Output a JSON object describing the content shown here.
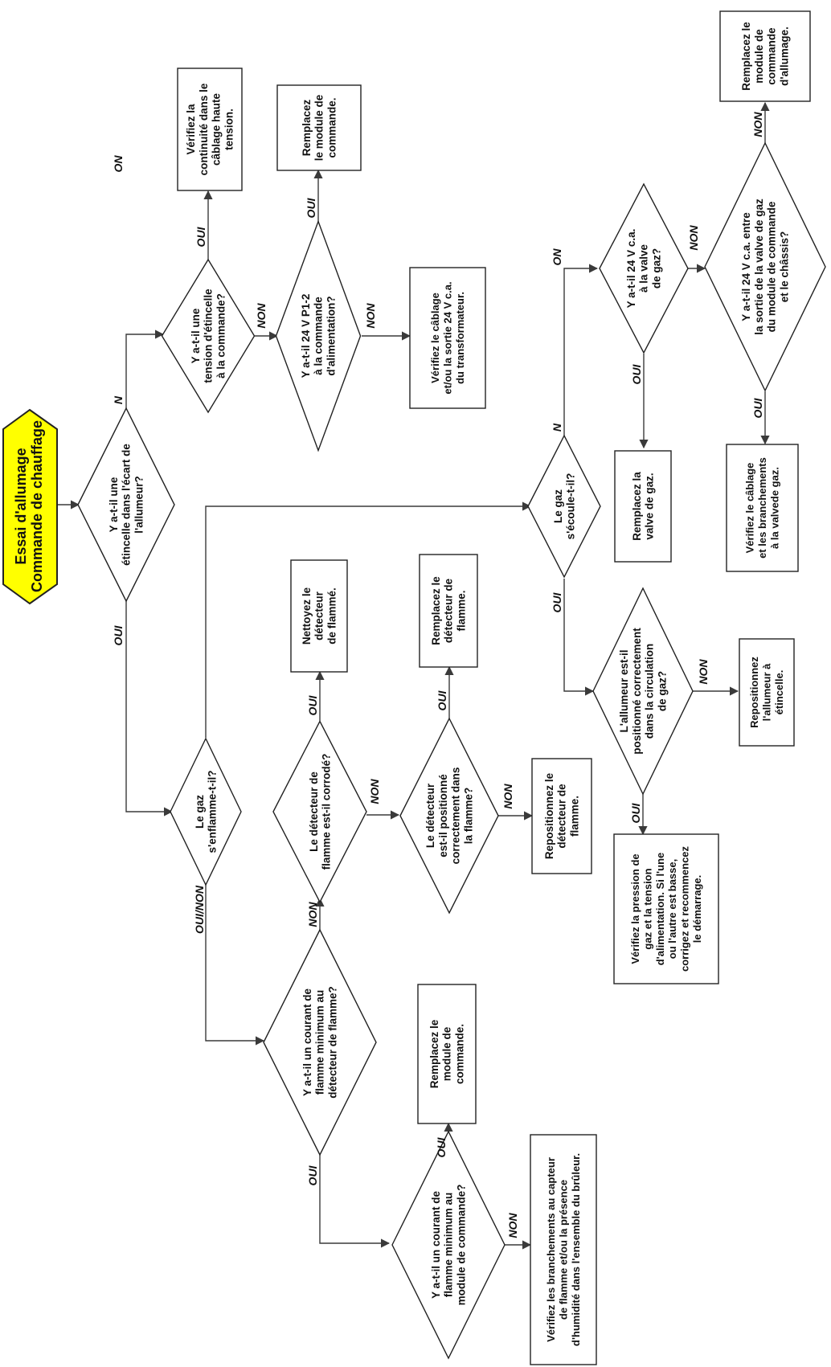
{
  "start": {
    "line1": "Essai d'allumage",
    "line2": "Commande de chauffage"
  },
  "colors": {
    "start_fill": "#ffff00",
    "line": "#3a3a3a",
    "text": "#111111"
  },
  "decisions": {
    "d_spark": [
      "Y a-t-il une",
      "étincelle dans l'écart de",
      "l'allumeur?"
    ],
    "d_spark_voltage": [
      "Y a-t-il une",
      "tension d'étincelle",
      "à la commande?"
    ],
    "d_24v_p12": [
      "Y a-t-il 24 V P1-2",
      "à la commande",
      "d'alimentation?"
    ],
    "d_gas_ignite": [
      "Le gaz",
      "s'enflamme-t-il?"
    ],
    "d_sensor_corroded": [
      "Le détecteur de",
      "flamme est-il corrodé?"
    ],
    "d_sensor_position": [
      "Le détecteur",
      "est-il positionné",
      "correctement dans",
      "la flamme?"
    ],
    "d_min_current_sensor": [
      "Y a-t-il un courant de",
      "flamme minimum au",
      "détecteur de flamme?"
    ],
    "d_min_current_module": [
      "Y a-t-il un courant de",
      "flamme minimum au",
      "module de commande?"
    ],
    "d_gas_flow": [
      "Le gaz",
      "s'écoule-t-il?"
    ],
    "d_igniter_position": [
      "L'allumeur est-il",
      "positionné correctement",
      "dans la circulation",
      "de gaz?"
    ],
    "d_24v_valve": [
      "Y a-t-il 24 V c.a.",
      "à la valve",
      "de gaz?"
    ],
    "d_24v_valve_output": [
      "Y a-t-il 24 V c.a. entre",
      "la sortie de la valve de gaz",
      "du module de commande",
      "et le châssis?"
    ]
  },
  "actions": {
    "a_hv_continuity": [
      "Vérifiez la",
      "continuité dans le",
      "câblage haute",
      "tension."
    ],
    "a_replace_module_1": [
      "Remplacez",
      "le module de",
      "commande."
    ],
    "a_transformer": [
      "Vérifiez le câblage",
      "et/ou la sortie 24 V c.a.",
      "du transformateur."
    ],
    "a_clean_sensor": [
      "Nettoyez le",
      "détecteur",
      "de flammé."
    ],
    "a_replace_sensor": [
      "Remplacez le",
      "détecteur de",
      "flamme."
    ],
    "a_reposition_sensor": [
      "Repositionnez le",
      "détecteur de",
      "flamme."
    ],
    "a_replace_module_2": [
      "Remplacez le",
      "module de",
      "commande."
    ],
    "a_check_connections": [
      "Vérifiez les branchements au capteur",
      "de flamme et/ou la présence",
      "d'humidité dans l'ensemble du brûleur."
    ],
    "a_replace_valve": [
      "Remplacez la",
      "valve de gaz."
    ],
    "a_reposition_igniter": [
      "Repositionnez",
      "l'allumeur à",
      "étincelle."
    ],
    "a_check_pressure": [
      "Vérifiez la pression de",
      "gaz et la tension",
      "d'alimentation. Si l'une",
      "ou l'autre est basse,",
      "corrigez et recommencez",
      "le démarrage."
    ],
    "a_check_valve_wiring": [
      "Vérifiez le câblage",
      "et les branchements",
      "à la valvede gaz."
    ],
    "a_replace_ignition_module": [
      "Remplacez le",
      "module de",
      "commande",
      "d'allumage."
    ]
  },
  "labels": {
    "oui": "OUI",
    "non": "NON",
    "n": "N",
    "on": "ON",
    "ouinon": "OUI/NON"
  }
}
